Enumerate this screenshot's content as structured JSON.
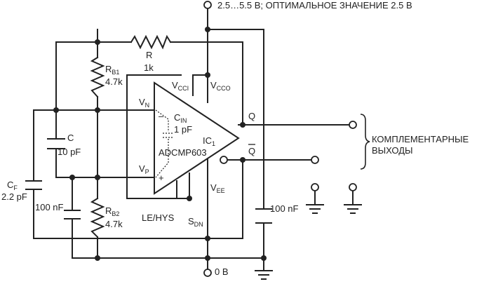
{
  "supply": {
    "label": "2.5…5.5 В; ОПТИМАЛЬНОЕ ЗНАЧЕНИЕ 2.5 В",
    "ground_label": "0 В"
  },
  "outputs": {
    "label_line1": "КОМПЛЕМЕНТАРНЫЕ",
    "label_line2": "ВЫХОДЫ",
    "q": "Q",
    "qbar": "Q"
  },
  "ic": {
    "name": "IC",
    "name_sub": "1",
    "part": "ADCMP603",
    "vcci": "V",
    "vcci_sub": "CCI",
    "vcco": "V",
    "vcco_sub": "CCO",
    "vn": "V",
    "vn_sub": "N",
    "vp": "V",
    "vp_sub": "P",
    "vee": "V",
    "vee_sub": "EE",
    "lehys": "LE/HYS",
    "sdn": "S",
    "sdn_sub": "DN",
    "cin": "C",
    "cin_sub": "IN",
    "cin_value": "1 pF",
    "minus": "–",
    "plus": "+"
  },
  "components": {
    "r": {
      "name": "R",
      "value": "1k"
    },
    "rb1": {
      "name": "R",
      "sub": "B1",
      "value": "4.7k"
    },
    "rb2": {
      "name": "R",
      "sub": "B2",
      "value": "4.7k"
    },
    "c": {
      "name": "C",
      "value": "10 pF"
    },
    "cf": {
      "name": "C",
      "sub": "F",
      "value": "2.2 pF"
    },
    "c100_left": {
      "value": "100 nF"
    },
    "c100_right": {
      "value": "100 nF"
    }
  }
}
